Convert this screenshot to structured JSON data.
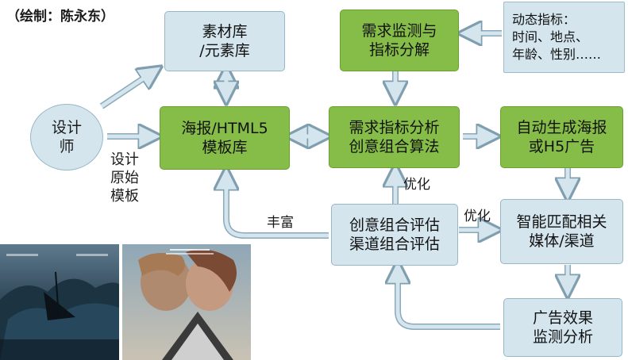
{
  "credit": "（绘制：陈永东）",
  "nodes": {
    "designer": [
      "设计",
      "师"
    ],
    "material": [
      "素材库",
      "/元素库"
    ],
    "template": [
      "海报/HTML5",
      "模板库"
    ],
    "demand_monitor": [
      "需求监测与",
      "指标分解"
    ],
    "dynamic": [
      "动态指标：",
      "时间、地点、",
      "年龄、性别……"
    ],
    "analysis": [
      "需求指标分析",
      "创意组合算法"
    ],
    "auto_gen": [
      "自动生成海报",
      "或H5广告"
    ],
    "evaluate": [
      "创意组合评估",
      "渠道组合评估"
    ],
    "match": [
      "智能匹配相关",
      "媒体/渠道"
    ],
    "effect": [
      "广告效果",
      "监测分析"
    ]
  },
  "labels": {
    "original_template": [
      "设计",
      "原始",
      "模板"
    ],
    "enrich": "丰富",
    "optimize_up": "优化",
    "optimize_right": "优化"
  },
  "colors": {
    "green_box": "#86bd48",
    "blue_box": "#d4e5ed",
    "arrow": "#d4e5ed"
  }
}
